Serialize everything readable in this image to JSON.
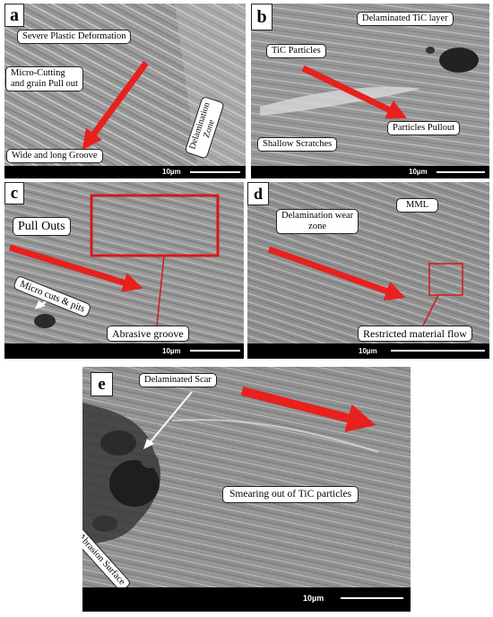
{
  "scale": "10µm",
  "panels": {
    "a": {
      "letter": "a",
      "labels": {
        "severe": "Severe Plastic Deformation",
        "micro": "Micro-Cutting\nand grain Pull out",
        "wide": "Wide and long Groove",
        "delam": "Delamination\nZone"
      }
    },
    "b": {
      "letter": "b",
      "labels": {
        "delam_layer": "Delaminated TiC layer",
        "tic": "TiC Particles",
        "pullout": "Particles Pullout",
        "shallow": "Shallow Scratches"
      }
    },
    "c": {
      "letter": "c",
      "labels": {
        "pull": "Pull Outs",
        "micro": "Micro cuts & pits",
        "abrasive": "Abrasive groove"
      }
    },
    "d": {
      "letter": "d",
      "labels": {
        "delam": "Delamination wear\nzone",
        "mml": "MML",
        "restricted": "Restricted material flow"
      }
    },
    "e": {
      "letter": "e",
      "labels": {
        "scar": "Delaminated Scar",
        "smear": "Smearing out of TiC particles",
        "abrasion": "Abrasion Surface"
      }
    }
  },
  "colors": {
    "arrow_red": "#e8201e",
    "box_red": "#d81818"
  }
}
